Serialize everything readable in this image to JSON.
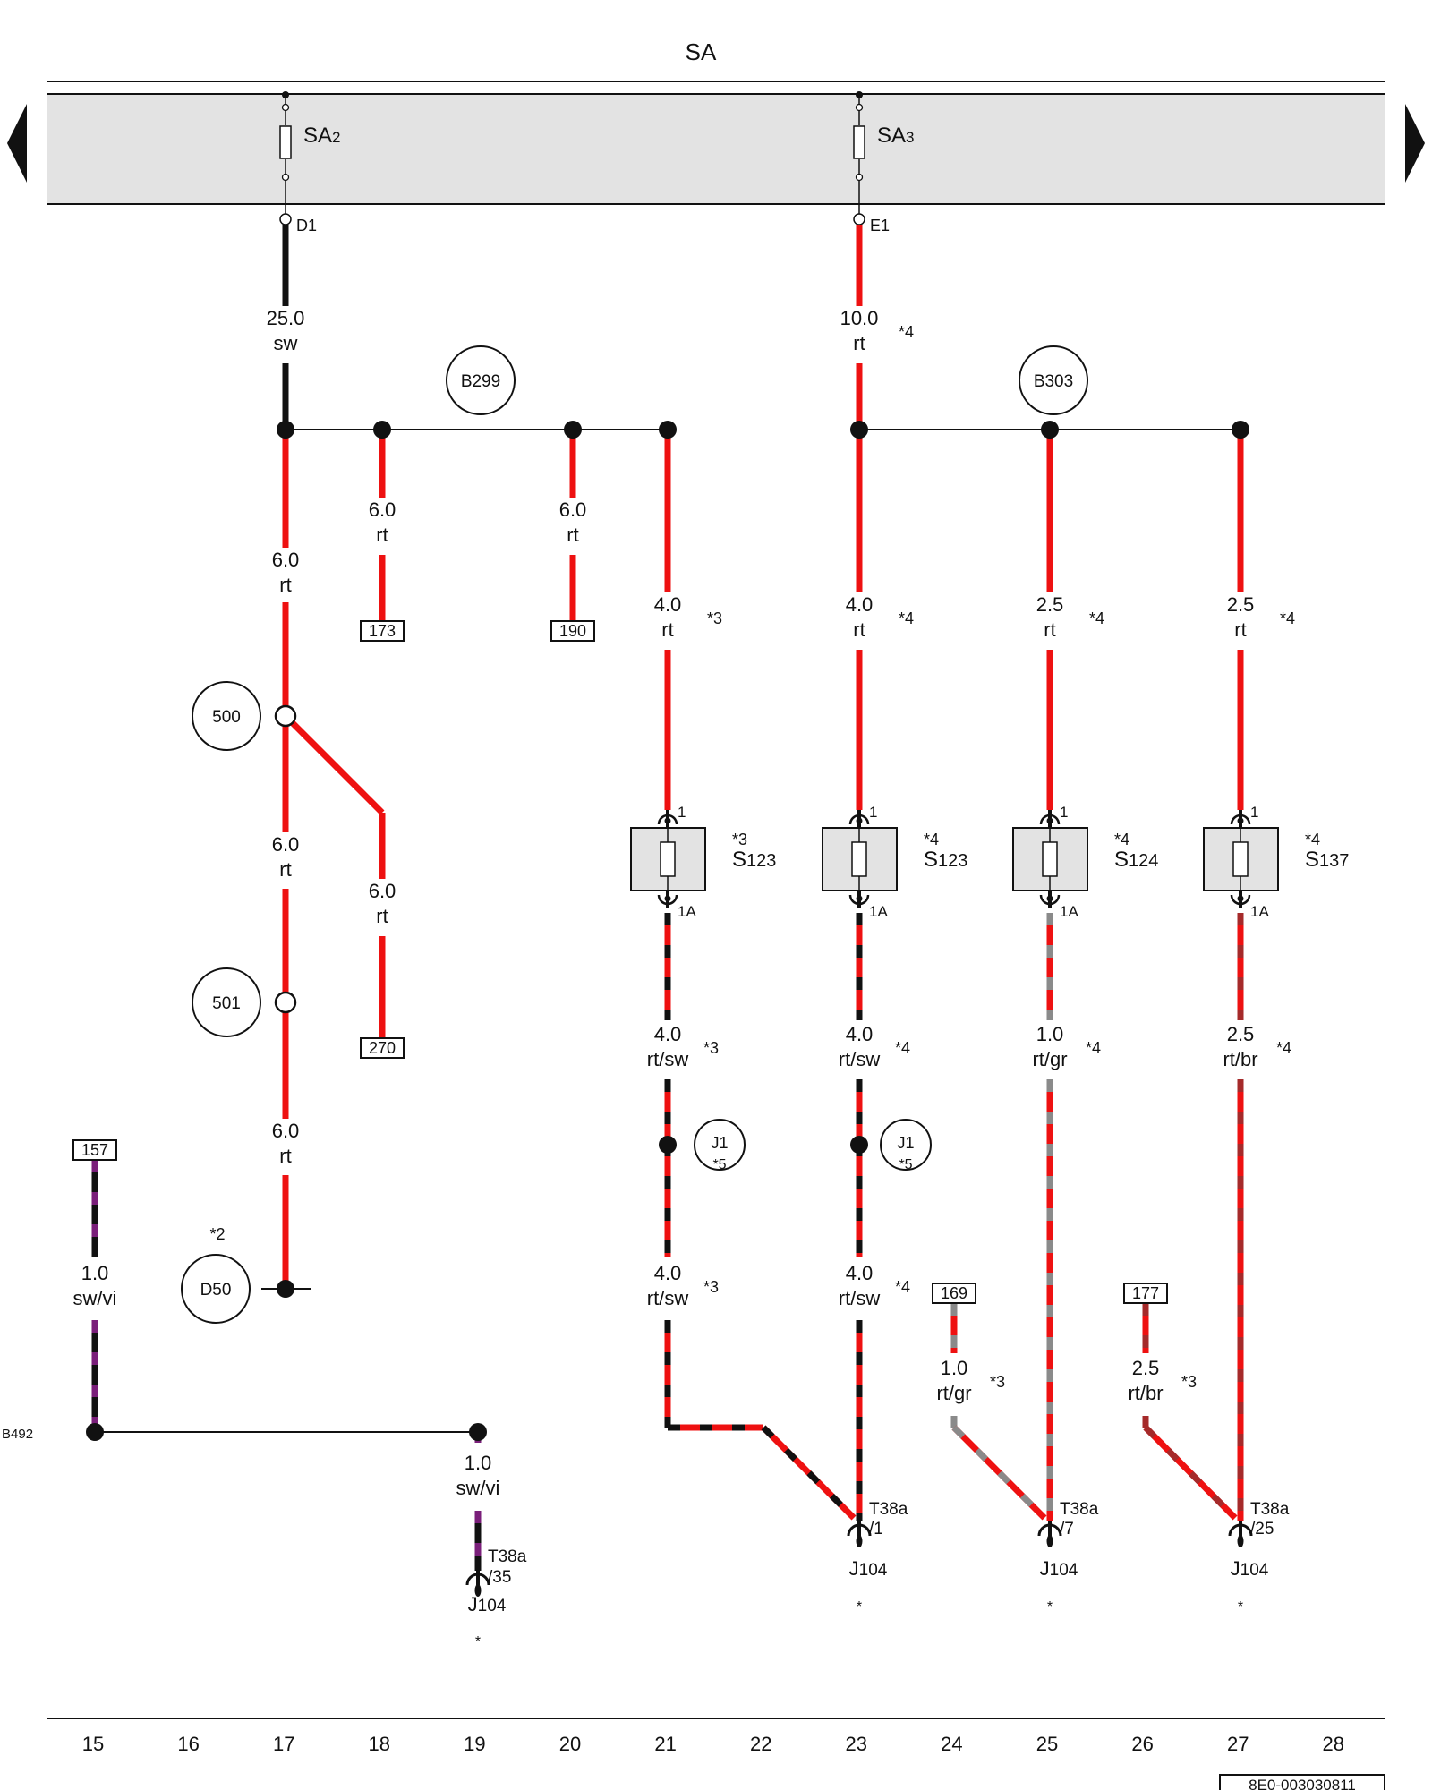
{
  "header": {
    "title": "SA"
  },
  "fuse_box": {
    "fuses": [
      {
        "id": "SA",
        "sub": "2",
        "terminal": "D1"
      },
      {
        "id": "SA",
        "sub": "3",
        "terminal": "E1"
      }
    ]
  },
  "wires": {
    "w1": {
      "size": "25.0",
      "color": "sw"
    },
    "w2": {
      "size": "10.0",
      "color": "rt",
      "note": "*4"
    },
    "w3": {
      "size": "6.0",
      "color": "rt"
    },
    "w4": {
      "size": "6.0",
      "color": "rt"
    },
    "w5": {
      "size": "6.0",
      "color": "rt"
    },
    "w6": {
      "size": "4.0",
      "color": "rt",
      "note": "*3"
    },
    "w7": {
      "size": "4.0",
      "color": "rt",
      "note": "*4"
    },
    "w8": {
      "size": "2.5",
      "color": "rt",
      "note": "*4"
    },
    "w9": {
      "size": "2.5",
      "color": "rt",
      "note": "*4"
    },
    "w10": {
      "size": "6.0",
      "color": "rt"
    },
    "w11": {
      "size": "6.0",
      "color": "rt"
    },
    "w12": {
      "size": "6.0",
      "color": "rt"
    },
    "w13": {
      "size": "4.0",
      "color": "rt/sw",
      "note": "*3"
    },
    "w14": {
      "size": "4.0",
      "color": "rt/sw",
      "note": "*4"
    },
    "w15": {
      "size": "1.0",
      "color": "rt/gr",
      "note": "*4"
    },
    "w16": {
      "size": "2.5",
      "color": "rt/br",
      "note": "*4"
    },
    "w17": {
      "size": "1.0",
      "color": "sw/vi"
    },
    "w18": {
      "size": "4.0",
      "color": "rt/sw",
      "note": "*3"
    },
    "w19": {
      "size": "4.0",
      "color": "rt/sw",
      "note": "*4"
    },
    "w20": {
      "size": "1.0",
      "color": "rt/gr",
      "note": "*3"
    },
    "w21": {
      "size": "2.5",
      "color": "rt/br",
      "note": "*3"
    },
    "w22": {
      "size": "1.0",
      "color": "sw/vi"
    }
  },
  "junctions": {
    "b299": "B299",
    "b303": "B303",
    "n500": "500",
    "n501": "501",
    "d50": "D50",
    "d50_note": "*2",
    "j1a": "J1",
    "j1a_note": "*5",
    "j1b": "J1",
    "j1b_note": "*5",
    "b492": "B492"
  },
  "refs": {
    "r173": "173",
    "r190": "190",
    "r270": "270",
    "r157": "157",
    "r169": "169",
    "r177": "177"
  },
  "fuses": {
    "f1": {
      "note": "*3",
      "name": "S",
      "sub": "123",
      "pin_in": "1",
      "pin_out": "1A"
    },
    "f2": {
      "note": "*4",
      "name": "S",
      "sub": "123",
      "pin_in": "1",
      "pin_out": "1A"
    },
    "f3": {
      "note": "*4",
      "name": "S",
      "sub": "124",
      "pin_in": "1",
      "pin_out": "1A"
    },
    "f4": {
      "note": "*4",
      "name": "S",
      "sub": "137",
      "pin_in": "1",
      "pin_out": "1A"
    }
  },
  "connectors": {
    "c1": {
      "connector": "T38a",
      "pin": "/1",
      "unit": "J",
      "unit_sub": "104",
      "note": "*"
    },
    "c2": {
      "connector": "T38a",
      "pin": "/7",
      "unit": "J",
      "unit_sub": "104",
      "note": "*"
    },
    "c3": {
      "connector": "T38a",
      "pin": "/25",
      "unit": "J",
      "unit_sub": "104",
      "note": "*"
    },
    "c4": {
      "connector": "T38a",
      "pin": "/35",
      "unit": "J",
      "unit_sub": "104",
      "note": "*"
    }
  },
  "track_numbers": [
    "15",
    "16",
    "17",
    "18",
    "19",
    "20",
    "21",
    "22",
    "23",
    "24",
    "25",
    "26",
    "27",
    "28"
  ],
  "doc_id": "8E0-003030811",
  "colors": {
    "red": "#ee1111",
    "black": "#111111",
    "grey": "#8a8a8a",
    "brown": "#a52a2a",
    "violet": "#7a1f7a",
    "box_fill": "#e3e3e3"
  }
}
